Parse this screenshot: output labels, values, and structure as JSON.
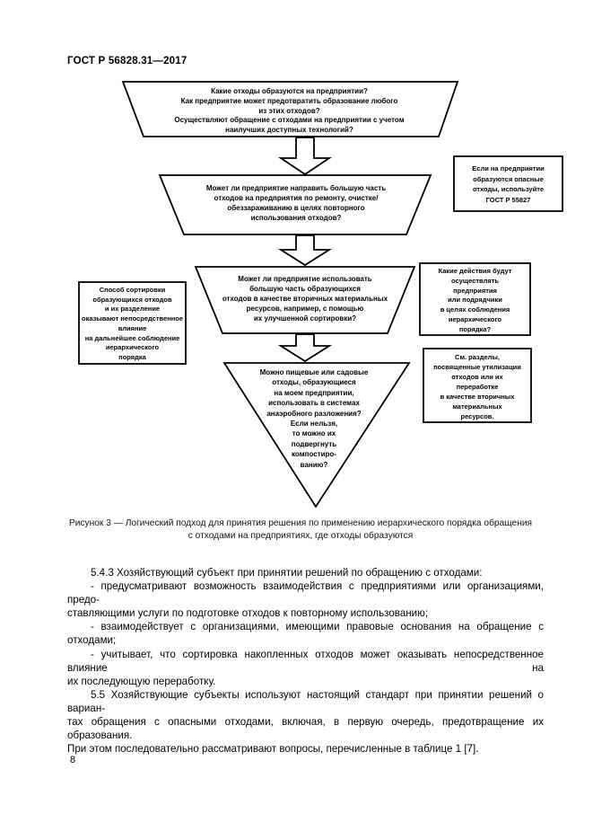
{
  "page": {
    "header": "ГОСТ Р 56828.31—2017",
    "page_number": "8"
  },
  "flowchart": {
    "step1": {
      "lines": [
        "Какие отходы образуются на предприятии?",
        "Как предприятие может предотвратить образование любого",
        "из этих отходов?",
        "Осуществляют обращение с отходами на предприятии с учетом",
        "наилучших доступных технологий?"
      ]
    },
    "step2": {
      "lines": [
        "Может ли предприятие направить большую часть",
        "отходов на предприятия по ремонту, очистке/",
        "обеззараживанию в целях повторного",
        "использования отходов?"
      ]
    },
    "step3": {
      "lines": [
        "Может ли предприятие использовать",
        "большую часть образующихся",
        "отходов в качестве вторичных материальных",
        "ресурсов, например, с помощью",
        "их улучшенной сортировки?"
      ]
    },
    "step4": {
      "lines": [
        "Можно пищевые или садовые",
        "отходы, образующиеся",
        "на моем предприятии,",
        "использовать в системах",
        "анаэробного разложения?",
        "Если нельзя,",
        "то можно их",
        "подвергнуть",
        "компостиро-",
        "ванию?"
      ]
    },
    "note_hazardous": {
      "lines": [
        "Если на предприятии",
        "образуются опасные",
        "отходы, используйте",
        "ГОСТ Р 55827"
      ]
    },
    "note_sorting": {
      "lines": [
        "Способ сортировки",
        "образующихся отходов",
        "и их разделение",
        "оказывают непосредственное",
        "влияние",
        "на дальнейшее соблюдение",
        "иерархического",
        "порядка"
      ]
    },
    "note_actions": {
      "lines": [
        "Какие действия будут",
        "осуществлять",
        "предприятия",
        "или подрядчики",
        "в целях соблюдения",
        "иерархического",
        "порядка?"
      ]
    },
    "note_sections": {
      "lines": [
        "См. разделы,",
        "посвященные утилизации",
        "отходов или их",
        "переработке",
        "в качестве вторичных",
        "материальных",
        "ресурсов."
      ]
    }
  },
  "figure_caption": {
    "line1": "Рисунок 3 — Логический подход для принятия решения по применению иерархического порядка обращения",
    "line2": "с отходами на предприятиях, где отходы образуются"
  },
  "body": {
    "lines": [
      "5.4.3 Хозяйствующий субъект при принятии решений по обращению с отходами:",
      "- предусматривают возможность взаимодействия с предприятиями или организациями, предо-",
      "ставляющими услуги по подготовке отходов к повторному использованию;",
      "- взаимодействует с организациями, имеющими правовые основания на обращение с отходами;",
      "- учитывает, что сортировка накопленных отходов может оказывать непосредственное влияние на",
      "их последующую переработку.",
      "5.5 Хозяйствующие субъекты используют настоящий стандарт при принятии решений о вариан-",
      "тах обращения с опасными отходами, включая, в первую очередь, предотвращение их образования.",
      "При этом последовательно рассматривают вопросы, перечисленные в таблице 1 [7]."
    ]
  },
  "colors": {
    "ink": "#000000",
    "paper": "#ffffff"
  }
}
